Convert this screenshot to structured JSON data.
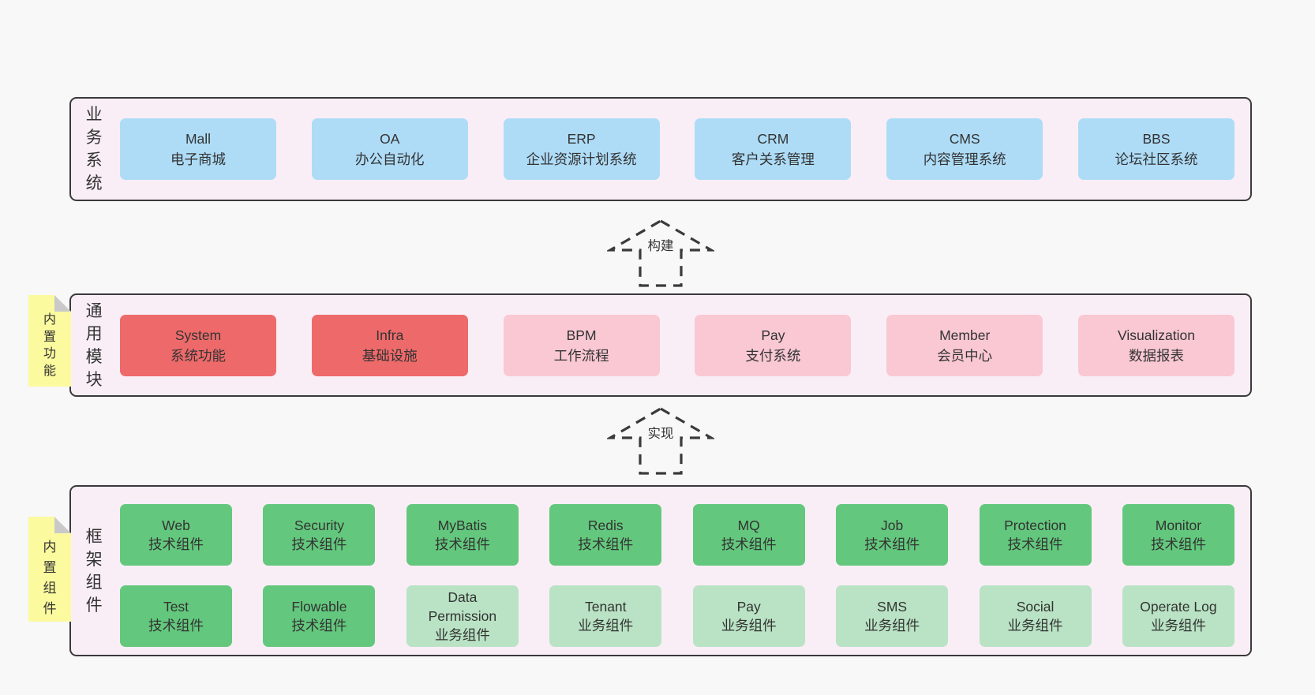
{
  "colors": {
    "page_bg": "#f8f8f8",
    "layer_bg": "#f9eef6",
    "layer_border": "#3a3a3a",
    "blue": "#aedcf7",
    "red": "#ee6a6a",
    "pink": "#f9c8d3",
    "green": "#63c87d",
    "green_light": "#b9e3c4",
    "sticky_yellow": "#fbfa9e",
    "sticky_fold": "#c9c9c9",
    "text": "#333333"
  },
  "layers": {
    "business": {
      "label": "业务系统",
      "boxes": [
        {
          "name": "Mall",
          "desc": "电子商城",
          "variant": "blue"
        },
        {
          "name": "OA",
          "desc": "办公自动化",
          "variant": "blue"
        },
        {
          "name": "ERP",
          "desc": "企业资源计划系统",
          "variant": "blue"
        },
        {
          "name": "CRM",
          "desc": "客户关系管理",
          "variant": "blue"
        },
        {
          "name": "CMS",
          "desc": "内容管理系统",
          "variant": "blue"
        },
        {
          "name": "BBS",
          "desc": "论坛社区系统",
          "variant": "blue"
        }
      ]
    },
    "modules": {
      "label": "通用模块",
      "sticky": "内置功能",
      "boxes": [
        {
          "name": "System",
          "desc": "系统功能",
          "variant": "red"
        },
        {
          "name": "Infra",
          "desc": "基础设施",
          "variant": "red"
        },
        {
          "name": "BPM",
          "desc": "工作流程",
          "variant": "pink"
        },
        {
          "name": "Pay",
          "desc": "支付系统",
          "variant": "pink"
        },
        {
          "name": "Member",
          "desc": "会员中心",
          "variant": "pink"
        },
        {
          "name": "Visualization",
          "desc": "数据报表",
          "variant": "pink"
        }
      ]
    },
    "components": {
      "label": "框架组件",
      "sticky": "内置组件",
      "row1": [
        {
          "name": "Web",
          "desc": "技术组件",
          "variant": "green"
        },
        {
          "name": "Security",
          "desc": "技术组件",
          "variant": "green"
        },
        {
          "name": "MyBatis",
          "desc": "技术组件",
          "variant": "green"
        },
        {
          "name": "Redis",
          "desc": "技术组件",
          "variant": "green"
        },
        {
          "name": "MQ",
          "desc": "技术组件",
          "variant": "green"
        },
        {
          "name": "Job",
          "desc": "技术组件",
          "variant": "green"
        },
        {
          "name": "Protection",
          "desc": "技术组件",
          "variant": "green"
        },
        {
          "name": "Monitor",
          "desc": "技术组件",
          "variant": "green"
        }
      ],
      "row2": [
        {
          "name": "Test",
          "desc": "技术组件",
          "variant": "green"
        },
        {
          "name": "Flowable",
          "desc": "技术组件",
          "variant": "green"
        },
        {
          "name": "Data Permission",
          "desc": "业务组件",
          "variant": "green-light"
        },
        {
          "name": "Tenant",
          "desc": "业务组件",
          "variant": "green-light"
        },
        {
          "name": "Pay",
          "desc": "业务组件",
          "variant": "green-light"
        },
        {
          "name": "SMS",
          "desc": "业务组件",
          "variant": "green-light"
        },
        {
          "name": "Social",
          "desc": "业务组件",
          "variant": "green-light"
        },
        {
          "name": "Operate Log",
          "desc": "业务组件",
          "variant": "green-light"
        }
      ]
    }
  },
  "arrows": [
    {
      "label": "构建"
    },
    {
      "label": "实现"
    }
  ]
}
